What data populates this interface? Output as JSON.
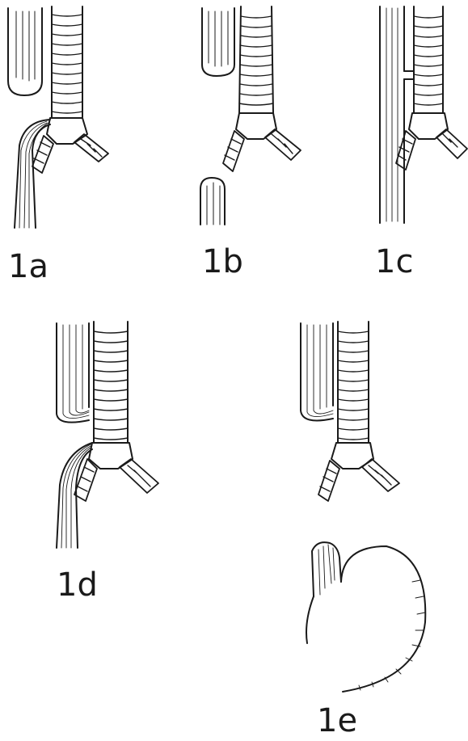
{
  "panels": [
    {
      "id": "a",
      "label": "1a"
    },
    {
      "id": "b",
      "label": "1b"
    },
    {
      "id": "c",
      "label": "1c"
    },
    {
      "id": "d",
      "label": "1d"
    },
    {
      "id": "e",
      "label": "1e"
    }
  ]
}
